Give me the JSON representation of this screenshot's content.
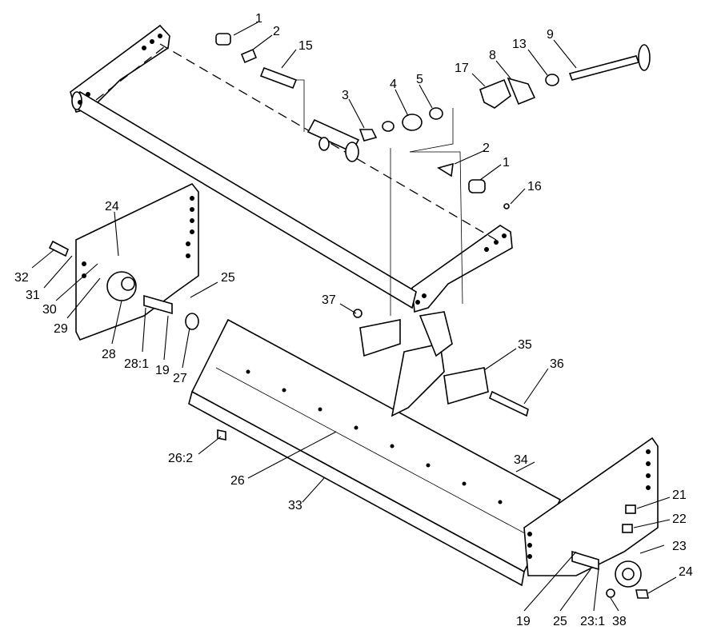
{
  "diagram": {
    "callouts": [
      {
        "id": "c1a",
        "text": "1"
      },
      {
        "id": "c2a",
        "text": "2"
      },
      {
        "id": "c15",
        "text": "15"
      },
      {
        "id": "c3",
        "text": "3"
      },
      {
        "id": "c4",
        "text": "4"
      },
      {
        "id": "c5",
        "text": "5"
      },
      {
        "id": "c17",
        "text": "17"
      },
      {
        "id": "c8",
        "text": "8"
      },
      {
        "id": "c13",
        "text": "13"
      },
      {
        "id": "c9",
        "text": "9"
      },
      {
        "id": "c2b",
        "text": "2"
      },
      {
        "id": "c1b",
        "text": "1"
      },
      {
        "id": "c16",
        "text": "16"
      },
      {
        "id": "c24a",
        "text": "24"
      },
      {
        "id": "c32",
        "text": "32"
      },
      {
        "id": "c31",
        "text": "31"
      },
      {
        "id": "c30",
        "text": "30"
      },
      {
        "id": "c29",
        "text": "29"
      },
      {
        "id": "c28",
        "text": "28"
      },
      {
        "id": "c281",
        "text": "28:1"
      },
      {
        "id": "c19a",
        "text": "19"
      },
      {
        "id": "c27",
        "text": "27"
      },
      {
        "id": "c25a",
        "text": "25"
      },
      {
        "id": "c37",
        "text": "37"
      },
      {
        "id": "c35",
        "text": "35"
      },
      {
        "id": "c36",
        "text": "36"
      },
      {
        "id": "c262",
        "text": "26:2"
      },
      {
        "id": "c26",
        "text": "26"
      },
      {
        "id": "c33",
        "text": "33"
      },
      {
        "id": "c34",
        "text": "34"
      },
      {
        "id": "c21",
        "text": "21"
      },
      {
        "id": "c22",
        "text": "22"
      },
      {
        "id": "c23",
        "text": "23"
      },
      {
        "id": "c24b",
        "text": "24"
      },
      {
        "id": "c19b",
        "text": "19"
      },
      {
        "id": "c25b",
        "text": "25"
      },
      {
        "id": "c231",
        "text": "23:1"
      },
      {
        "id": "c38",
        "text": "38"
      }
    ]
  }
}
